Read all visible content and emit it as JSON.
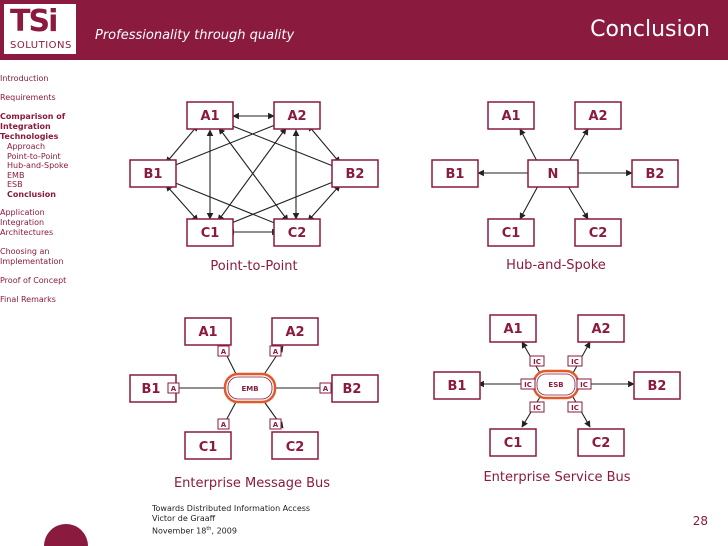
{
  "header": {
    "logo_main": "TSi",
    "logo_sub": "SOLUTIONS",
    "tagline": "Professionality through quality",
    "title": "Conclusion"
  },
  "sidebar": {
    "items": [
      {
        "label": "Introduction"
      },
      {
        "label": "Requirements"
      },
      {
        "label": "Comparison of Integration Technologies",
        "active": true,
        "sub": [
          {
            "label": "Approach"
          },
          {
            "label": "Point-to-Point"
          },
          {
            "label": "Hub-and-Spoke"
          },
          {
            "label": "EMB"
          },
          {
            "label": "ESB"
          },
          {
            "label": "Conclusion",
            "active": true
          }
        ]
      },
      {
        "label": "Application Integration Architectures"
      },
      {
        "label": "Choosing an Implementation"
      },
      {
        "label": "Proof of Concept"
      },
      {
        "label": "Final Remarks"
      }
    ]
  },
  "diagrams": {
    "p2p": {
      "caption": "Point-to-Point",
      "nodes": {
        "a1": "A1",
        "a2": "A2",
        "b1": "B1",
        "b2": "B2",
        "c1": "C1",
        "c2": "C2"
      }
    },
    "hub": {
      "caption": "Hub-and-Spoke",
      "center": "N",
      "nodes": {
        "a1": "A1",
        "a2": "A2",
        "b1": "B1",
        "b2": "B2",
        "c1": "C1",
        "c2": "C2"
      }
    },
    "emb": {
      "caption": "Enterprise Message Bus",
      "center": "EMB",
      "adapter": "A",
      "nodes": {
        "a1": "A1",
        "a2": "A2",
        "b1": "B1",
        "b2": "B2",
        "c1": "C1",
        "c2": "C2"
      }
    },
    "esb": {
      "caption": "Enterprise Service Bus",
      "center": "ESB",
      "connector": "IC",
      "nodes": {
        "a1": "A1",
        "a2": "A2",
        "b1": "B1",
        "b2": "B2",
        "c1": "C1",
        "c2": "C2"
      }
    }
  },
  "footer": {
    "line1": "Towards Distributed Information Access",
    "line2": "Victor de Graaff",
    "line3_main": "November 18",
    "line3_sup": "th",
    "line3_year": ", 2009",
    "page": "28"
  },
  "colors": {
    "accent": "#8b1a3f",
    "ring": "#e05a2b"
  }
}
